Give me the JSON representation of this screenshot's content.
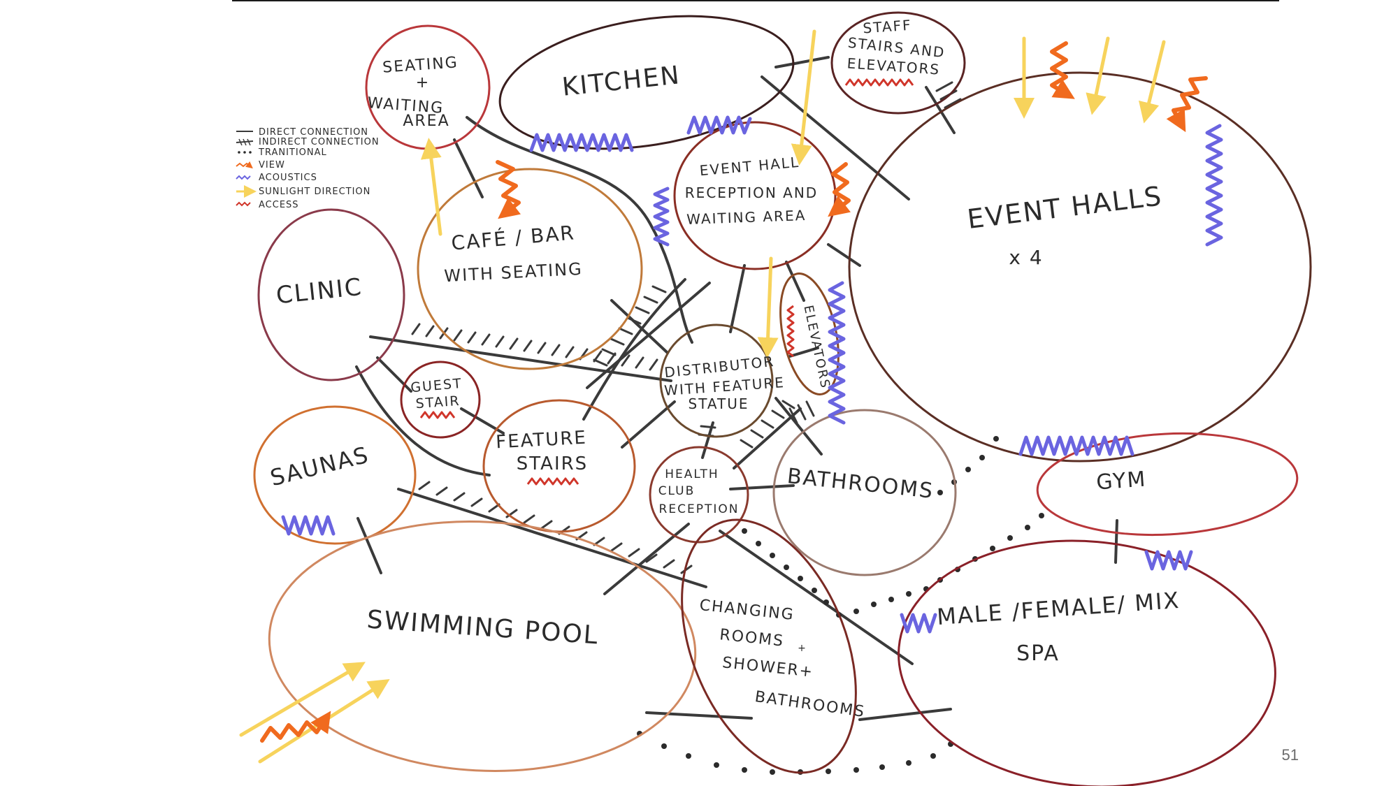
{
  "legend": [
    {
      "label": "DIRECT CONNECTION",
      "symbol": "direct"
    },
    {
      "label": "INDIRECT CONNECTION",
      "symbol": "indirect"
    },
    {
      "label": "TRANITIONAL",
      "symbol": "transitional"
    },
    {
      "label": "VIEW",
      "symbol": "view"
    },
    {
      "label": "ACOUSTICS",
      "symbol": "acoustics"
    },
    {
      "label": "SUNLIGHT DIRECTION",
      "symbol": "sunlight"
    },
    {
      "label": "ACCESS",
      "symbol": "access"
    }
  ],
  "rooms": {
    "seating_waiting": [
      "SEATING",
      "+",
      "WAITING",
      "AREA"
    ],
    "kitchen": [
      "KITCHEN"
    ],
    "staff_stairs": [
      "STAFF",
      "STAIRS AND",
      "ELEVATORS"
    ],
    "event_halls": [
      "EVENT    HALLS",
      "x 4"
    ],
    "cafe_bar": [
      "CAFÉ / BAR",
      "WITH  SEATING"
    ],
    "event_hall_reception": [
      "EVENT HALL",
      "RECEPTION AND",
      "WAITING AREA"
    ],
    "clinic": [
      "CLINIC"
    ],
    "elevators": [
      "ELEVATORS"
    ],
    "distributor": [
      "DISTRIBUTOR",
      "WITH FEATURE",
      "STATUE"
    ],
    "guest_stair": [
      "GUEST",
      "STAIR"
    ],
    "saunas": [
      "SAUNAS"
    ],
    "feature_stairs": [
      "FEATURE",
      "STAIRS"
    ],
    "health_club": [
      "HEALTH",
      "CLUB",
      "RECEPTION"
    ],
    "bathrooms": [
      "BATHROOMS"
    ],
    "gym": [
      "GYM"
    ],
    "swimming_pool": [
      "SWIMMING  POOL"
    ],
    "changing_rooms": [
      "CHANGING",
      "ROOMS",
      "+",
      "SHOWER+",
      "BATHROOMS"
    ],
    "spa": [
      "MALE /FEMALE/ MIX",
      "SPA"
    ]
  },
  "page_number": "51",
  "colors": {
    "direct": "#3a3a3a",
    "acoustics": "#6a64e0",
    "sunlight": "#f7d35c",
    "view": "#f06a1e",
    "access": "#d0352a",
    "dots": "#2b2b2b",
    "border_line": "#1a1a1a"
  }
}
